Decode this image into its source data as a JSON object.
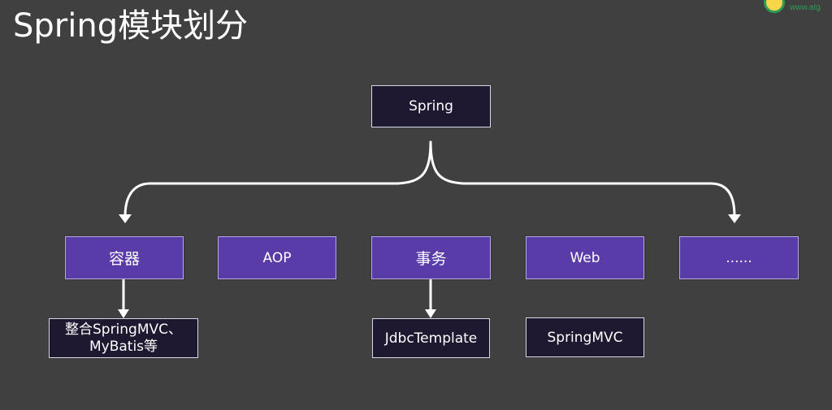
{
  "title": "Spring模块划分",
  "logo": {
    "text": "www.atg"
  },
  "colors": {
    "background": "#404040",
    "module_box": "#5a3ca8",
    "dark_box": "#1e1830",
    "connector": "#ffffff"
  },
  "diagram": {
    "root": {
      "label": "Spring"
    },
    "modules": [
      {
        "label": "容器"
      },
      {
        "label": "AOP"
      },
      {
        "label": "事务"
      },
      {
        "label": "Web"
      },
      {
        "label": "......"
      }
    ],
    "details": {
      "container": {
        "line1": "整合SpringMVC、",
        "line2": "MyBatis等"
      },
      "transaction": {
        "label": "JdbcTemplate"
      },
      "web": {
        "label": "SpringMVC"
      }
    }
  }
}
